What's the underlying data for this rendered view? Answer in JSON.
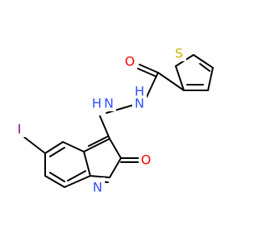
{
  "molecule": {
    "atoms": [
      {
        "id": "S",
        "label": "S",
        "color": "#c6b800"
      },
      {
        "id": "O1",
        "label": "O",
        "color": "#ff0000"
      },
      {
        "id": "NH1",
        "label": "H",
        "color": "#3050f8"
      },
      {
        "id": "NH1N",
        "label": "N",
        "color": "#3050f8"
      },
      {
        "id": "NH2",
        "label": "H",
        "color": "#3050f8"
      },
      {
        "id": "NH2N",
        "label": "N",
        "color": "#3050f8"
      },
      {
        "id": "I",
        "label": "I",
        "color": "#940094"
      },
      {
        "id": "O2",
        "label": "O",
        "color": "#ff0000"
      },
      {
        "id": "N3",
        "label": "N",
        "color": "#3050f8"
      }
    ],
    "bond_color": "#000000"
  }
}
